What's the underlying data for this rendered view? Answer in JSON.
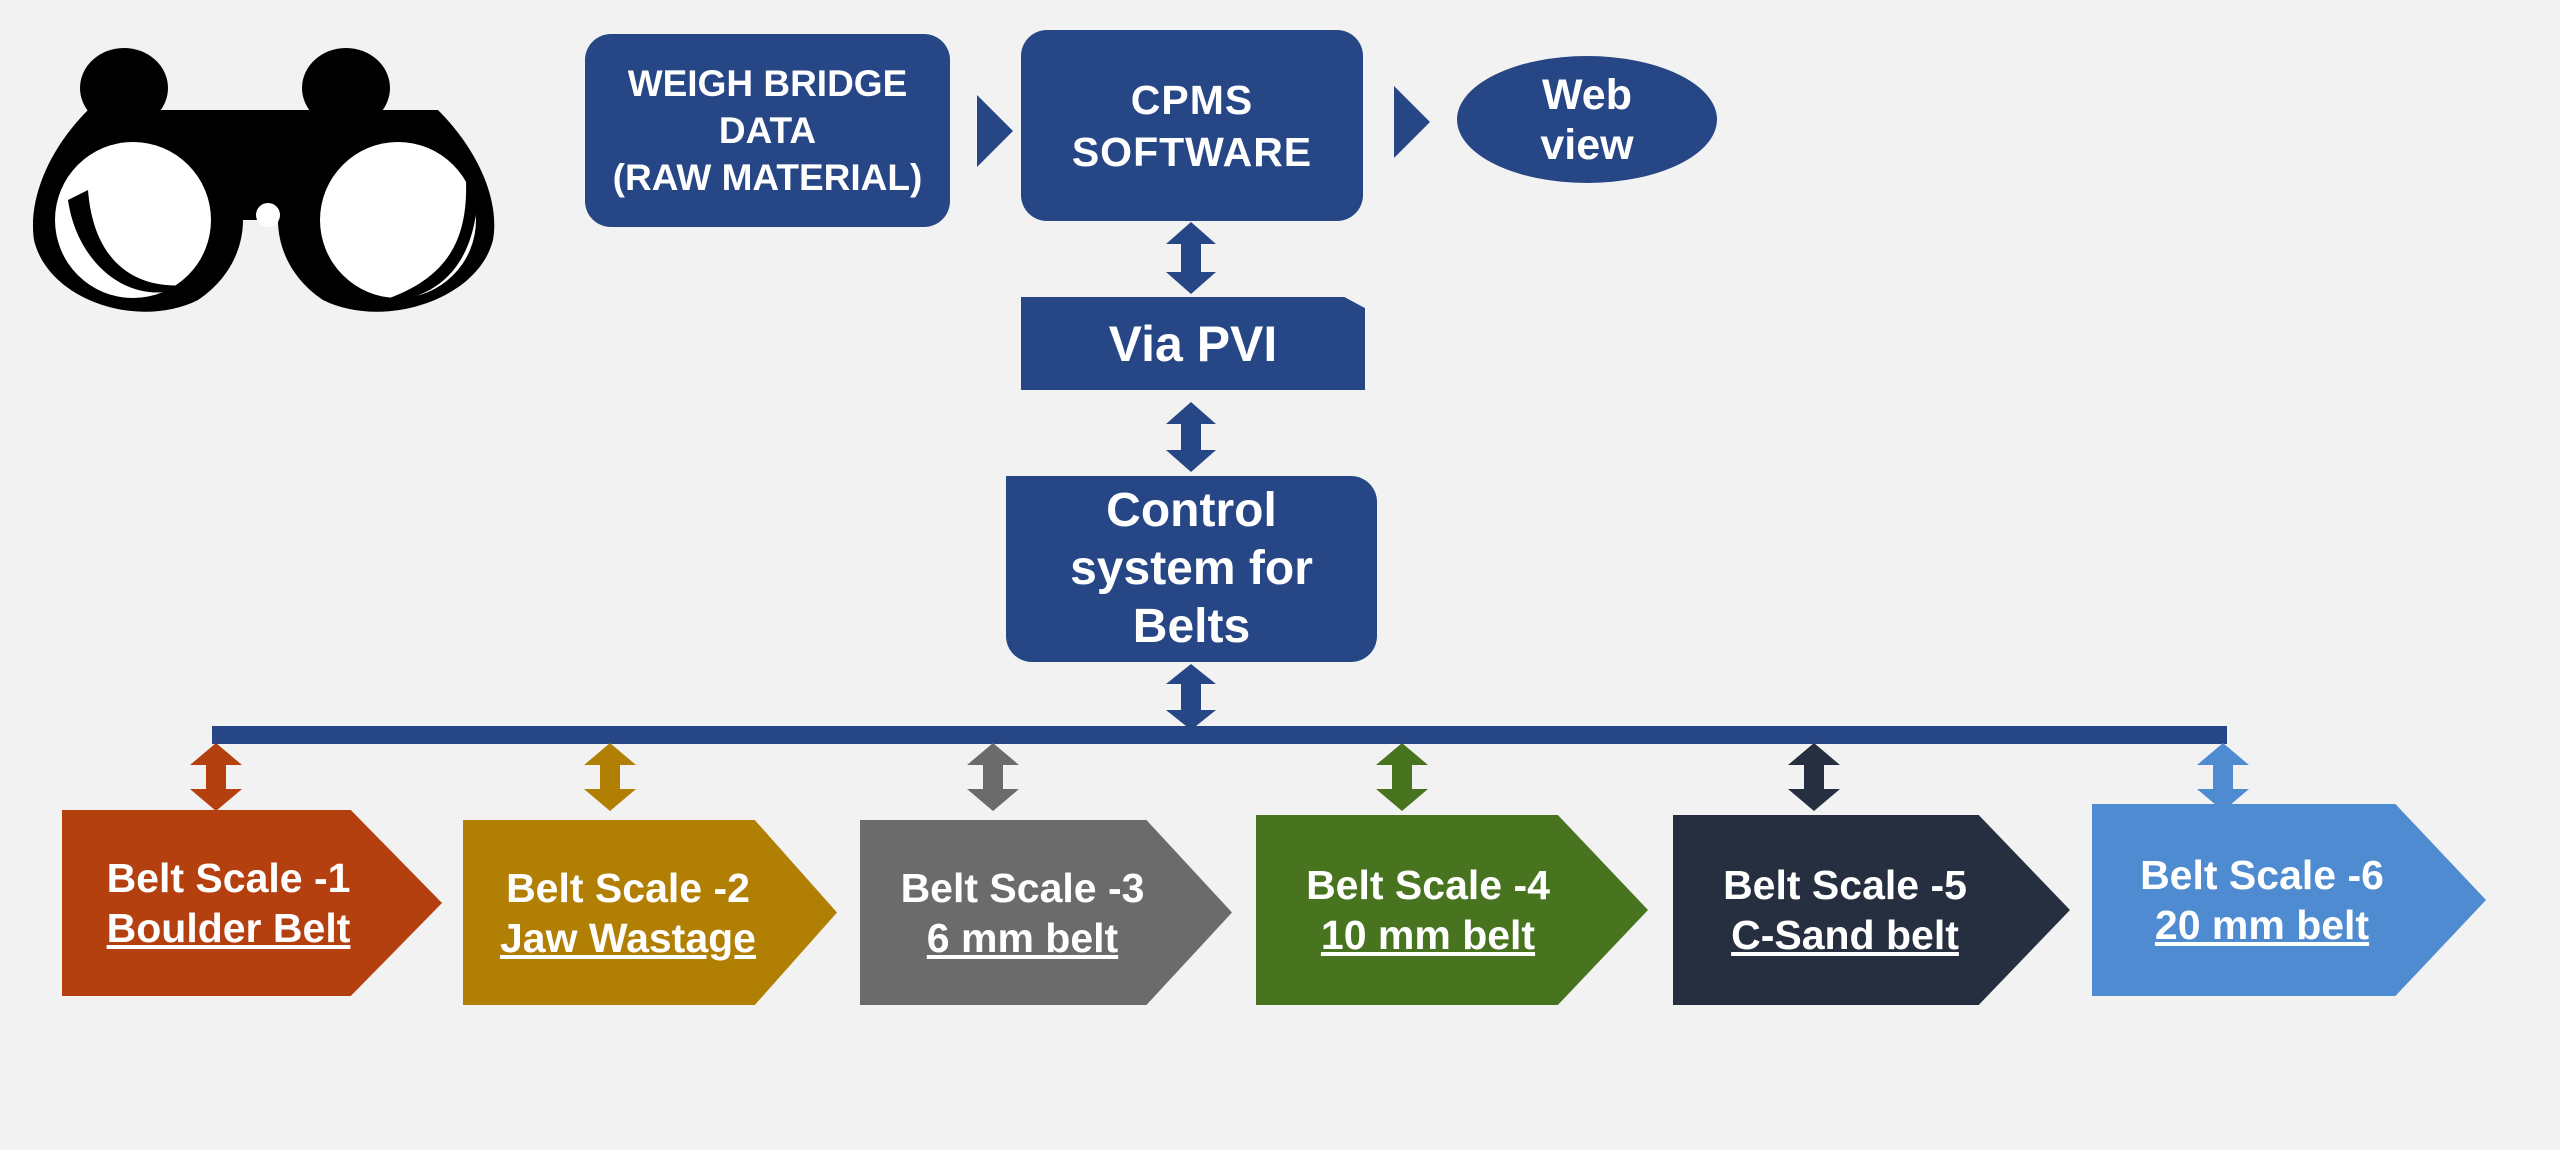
{
  "weighbridge": {
    "line1": "WEIGH BRIDGE",
    "line2": "DATA",
    "line3": "(RAW MATERIAL)"
  },
  "cpms": {
    "line1": "CPMS",
    "line2": "SOFTWARE"
  },
  "webview": {
    "line1": "Web",
    "line2": "view"
  },
  "pvi": {
    "label": "Via PVI"
  },
  "control": {
    "line1": "Control",
    "line2": "system for",
    "line3": "Belts"
  },
  "belts": [
    {
      "title": "Belt Scale -1",
      "sub": "Boulder Belt",
      "color": "#b5400f"
    },
    {
      "title": "Belt Scale -2",
      "sub": "Jaw Wastage",
      "color": "#b07f03"
    },
    {
      "title": "Belt Scale -3",
      "sub": "6 mm belt",
      "color": "#6b6b6b"
    },
    {
      "title": "Belt Scale -4",
      "sub": "10 mm belt",
      "color": "#48731f"
    },
    {
      "title": "Belt Scale -5",
      "sub": "C-Sand belt",
      "color": "#252f3f"
    },
    {
      "title": "Belt Scale -6",
      "sub": "20 mm belt",
      "color": "#4f8bd0"
    }
  ],
  "colors": {
    "primary": "#264685",
    "background": "#f2f2f2"
  },
  "icons": {
    "binoculars": "binoculars-icon"
  }
}
